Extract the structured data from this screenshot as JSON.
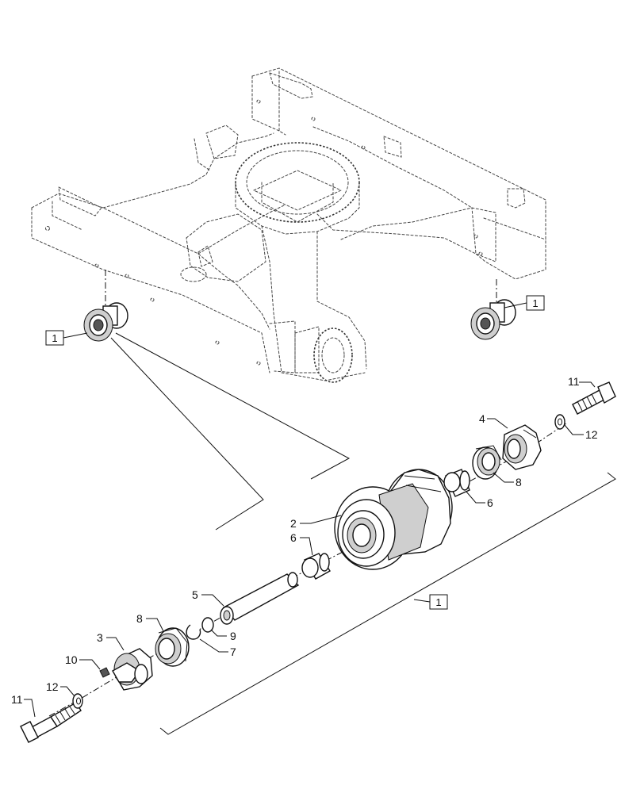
{
  "callouts": {
    "c1": "1",
    "c2": "2",
    "c3": "3",
    "c4": "4",
    "c5": "5",
    "c6a": "6",
    "c6b": "6",
    "c7": "7",
    "c8a": "8",
    "c8b": "8",
    "c9": "9",
    "c10": "10",
    "c11a": "11",
    "c11b": "11",
    "c12a": "12",
    "c12b": "12"
  },
  "boxed_callouts": {
    "left_roller": "1",
    "right_roller": "1",
    "assembly": "1"
  }
}
